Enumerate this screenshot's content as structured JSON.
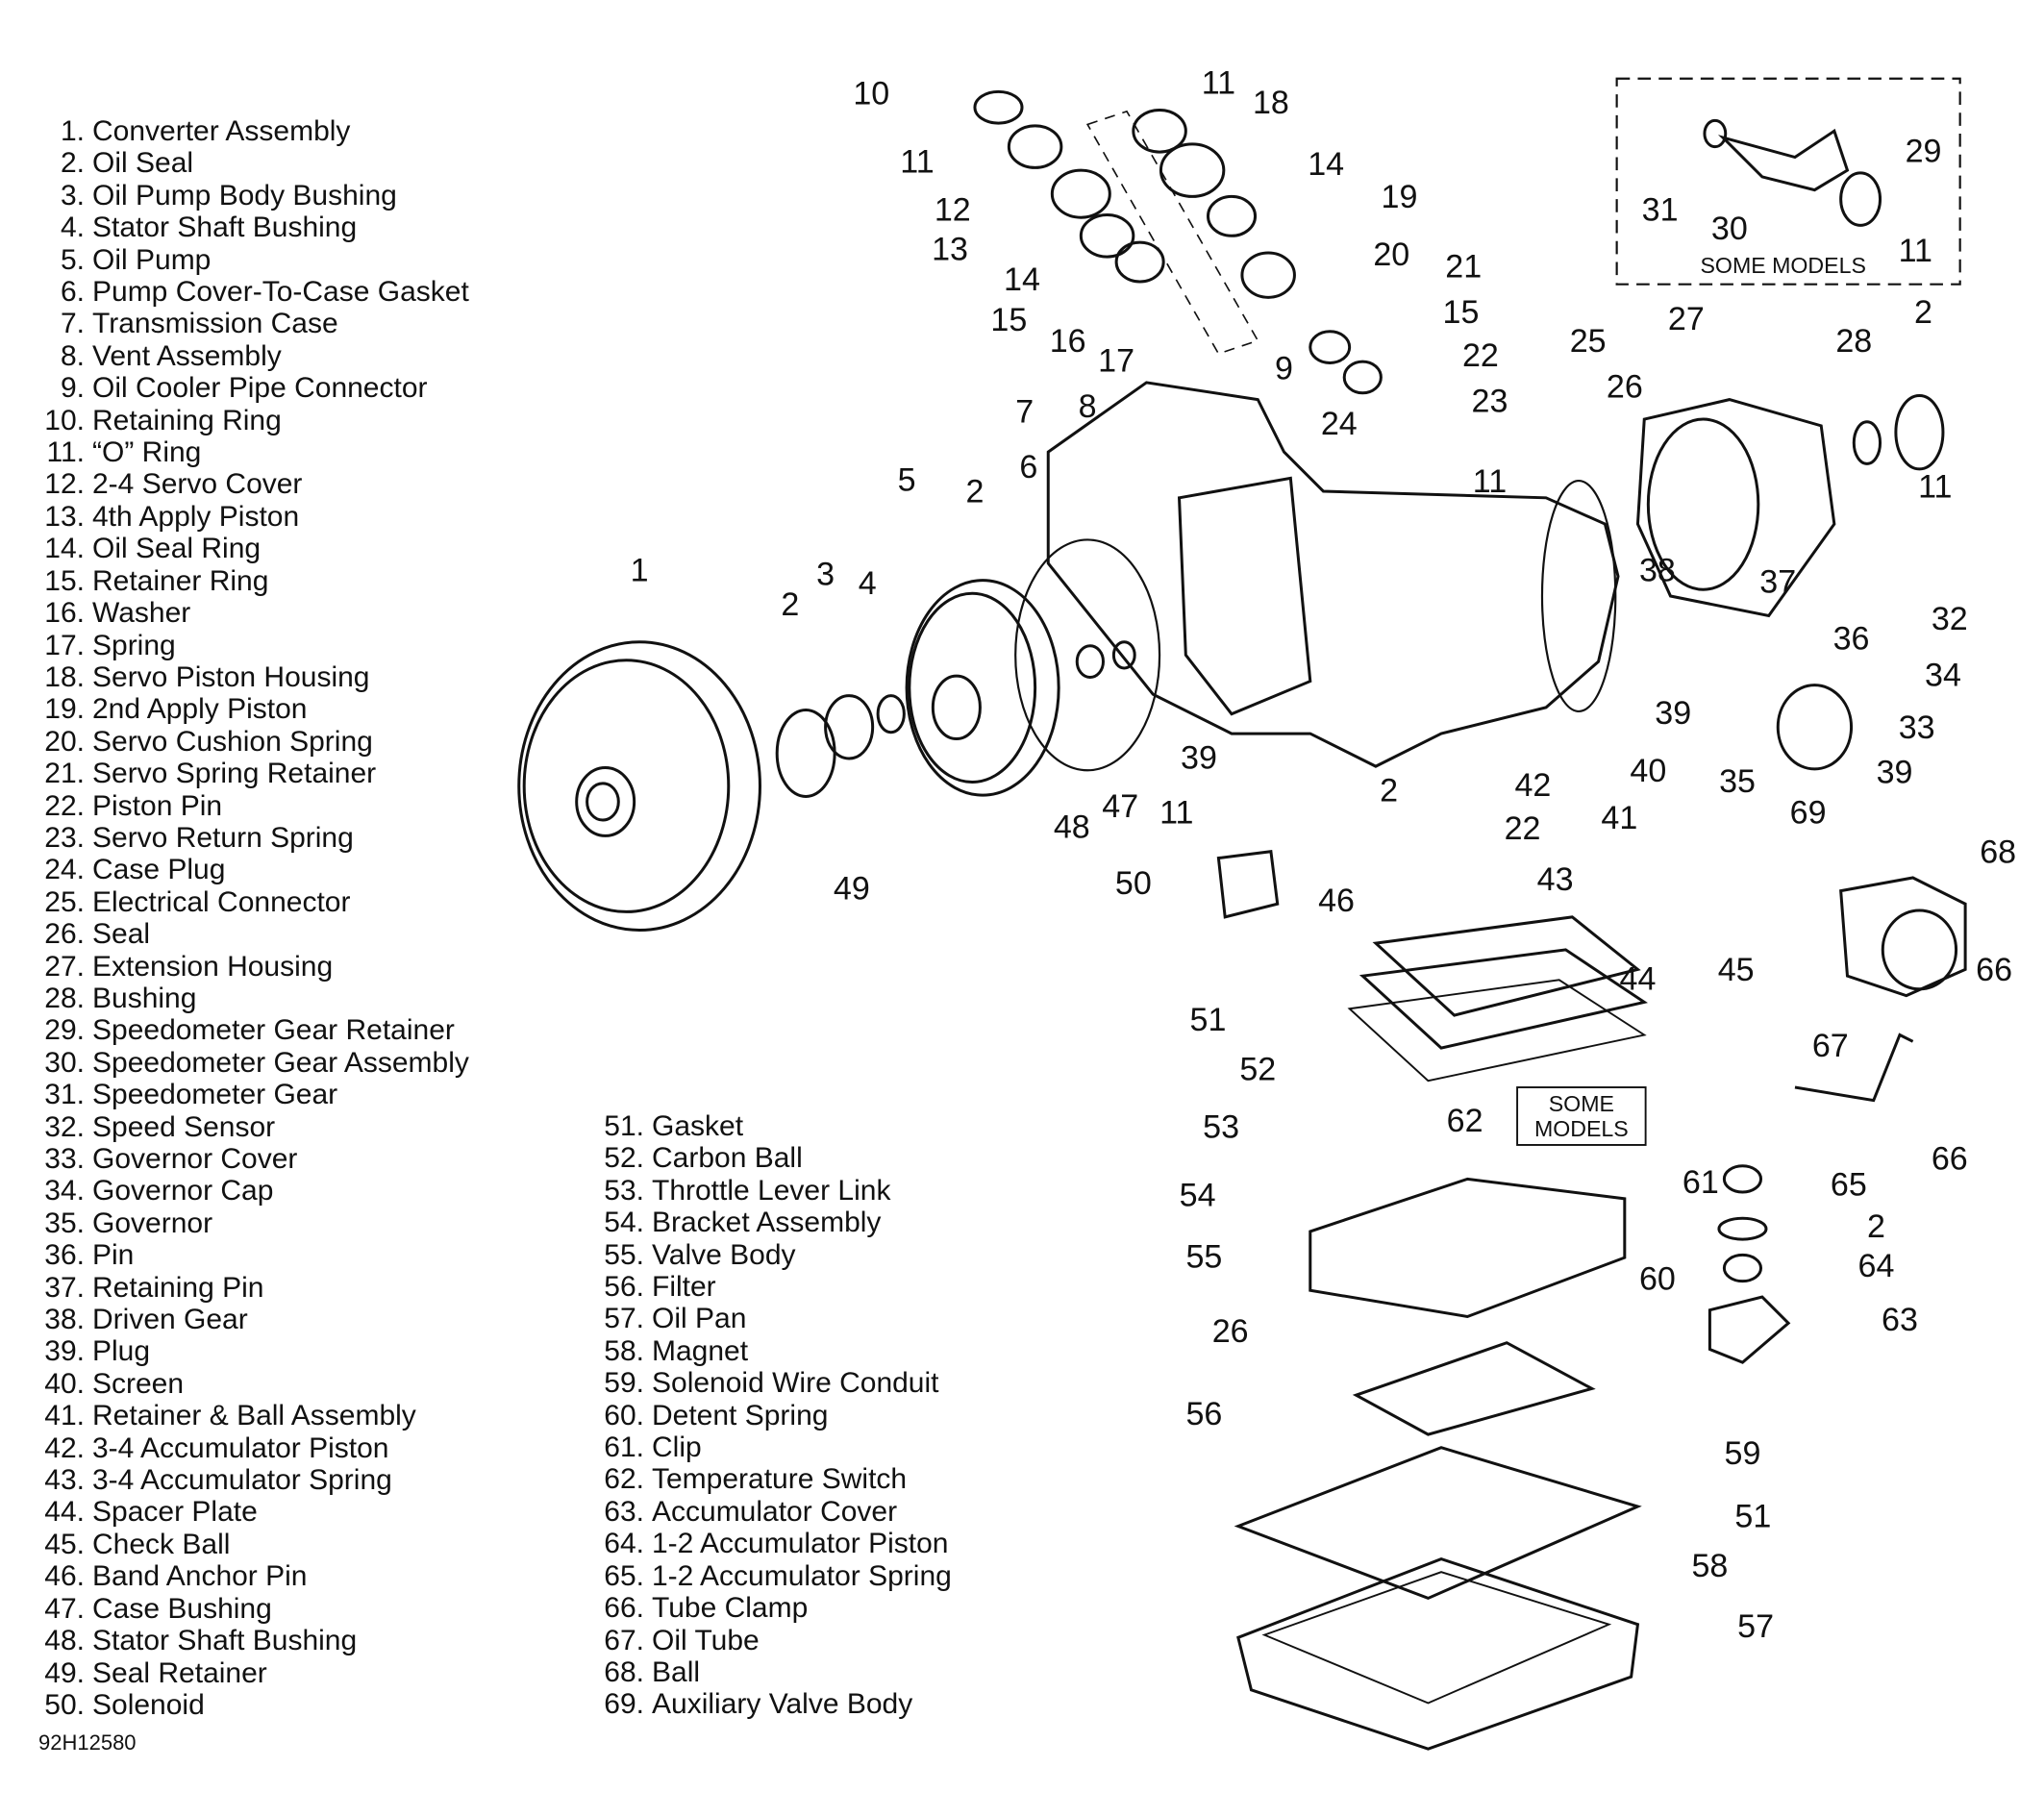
{
  "legend_left": [
    {
      "num": "1.",
      "name": "Converter Assembly"
    },
    {
      "num": "2.",
      "name": "Oil Seal"
    },
    {
      "num": "3.",
      "name": "Oil Pump Body Bushing"
    },
    {
      "num": "4.",
      "name": "Stator Shaft Bushing"
    },
    {
      "num": "5.",
      "name": "Oil Pump"
    },
    {
      "num": "6.",
      "name": "Pump Cover-To-Case Gasket"
    },
    {
      "num": "7.",
      "name": "Transmission Case"
    },
    {
      "num": "8.",
      "name": "Vent Assembly"
    },
    {
      "num": "9.",
      "name": "Oil Cooler Pipe Connector"
    },
    {
      "num": "10.",
      "name": "Retaining Ring"
    },
    {
      "num": "11.",
      "name": "“O” Ring"
    },
    {
      "num": "12.",
      "name": "2-4 Servo Cover"
    },
    {
      "num": "13.",
      "name": "4th Apply Piston"
    },
    {
      "num": "14.",
      "name": "Oil Seal Ring"
    },
    {
      "num": "15.",
      "name": "Retainer Ring"
    },
    {
      "num": "16.",
      "name": "Washer"
    },
    {
      "num": "17.",
      "name": "Spring"
    },
    {
      "num": "18.",
      "name": "Servo Piston Housing"
    },
    {
      "num": "19.",
      "name": "2nd Apply Piston"
    },
    {
      "num": "20.",
      "name": "Servo Cushion Spring"
    },
    {
      "num": "21.",
      "name": "Servo Spring Retainer"
    },
    {
      "num": "22.",
      "name": "Piston Pin"
    },
    {
      "num": "23.",
      "name": "Servo Return Spring"
    },
    {
      "num": "24.",
      "name": "Case Plug"
    },
    {
      "num": "25.",
      "name": "Electrical Connector"
    },
    {
      "num": "26.",
      "name": "Seal"
    },
    {
      "num": "27.",
      "name": "Extension Housing"
    },
    {
      "num": "28.",
      "name": "Bushing"
    },
    {
      "num": "29.",
      "name": "Speedometer Gear Retainer"
    },
    {
      "num": "30.",
      "name": "Speedometer Gear Assembly"
    },
    {
      "num": "31.",
      "name": "Speedometer Gear"
    },
    {
      "num": "32.",
      "name": "Speed Sensor"
    },
    {
      "num": "33.",
      "name": "Governor Cover"
    },
    {
      "num": "34.",
      "name": "Governor Cap"
    },
    {
      "num": "35.",
      "name": "Governor"
    },
    {
      "num": "36.",
      "name": "Pin"
    },
    {
      "num": "37.",
      "name": "Retaining Pin"
    },
    {
      "num": "38.",
      "name": "Driven Gear"
    },
    {
      "num": "39.",
      "name": "Plug"
    },
    {
      "num": "40.",
      "name": "Screen"
    },
    {
      "num": "41.",
      "name": "Retainer & Ball Assembly"
    },
    {
      "num": "42.",
      "name": "3-4 Accumulator Piston"
    },
    {
      "num": "43.",
      "name": "3-4 Accumulator Spring"
    },
    {
      "num": "44.",
      "name": "Spacer Plate"
    },
    {
      "num": "45.",
      "name": "Check Ball"
    },
    {
      "num": "46.",
      "name": "Band Anchor Pin"
    },
    {
      "num": "47.",
      "name": "Case Bushing"
    },
    {
      "num": "48.",
      "name": "Stator Shaft Bushing"
    },
    {
      "num": "49.",
      "name": "Seal Retainer"
    },
    {
      "num": "50.",
      "name": "Solenoid"
    }
  ],
  "legend_right": [
    {
      "num": "51.",
      "name": "Gasket"
    },
    {
      "num": "52.",
      "name": "Carbon Ball"
    },
    {
      "num": "53.",
      "name": "Throttle Lever Link"
    },
    {
      "num": "54.",
      "name": "Bracket Assembly"
    },
    {
      "num": "55.",
      "name": "Valve Body"
    },
    {
      "num": "56.",
      "name": "Filter"
    },
    {
      "num": "57.",
      "name": "Oil Pan"
    },
    {
      "num": "58.",
      "name": "Magnet"
    },
    {
      "num": "59.",
      "name": "Solenoid Wire Conduit"
    },
    {
      "num": "60.",
      "name": "Detent Spring"
    },
    {
      "num": "61.",
      "name": "Clip"
    },
    {
      "num": "62.",
      "name": "Temperature Switch"
    },
    {
      "num": "63.",
      "name": "Accumulator Cover"
    },
    {
      "num": "64.",
      "name": "1-2 Accumulator Piston"
    },
    {
      "num": "65.",
      "name": "1-2 Accumulator Spring"
    },
    {
      "num": "66.",
      "name": "Tube Clamp"
    },
    {
      "num": "67.",
      "name": "Oil Tube"
    },
    {
      "num": "68.",
      "name": "Ball"
    },
    {
      "num": "69.",
      "name": "Auxiliary Valve Body"
    }
  ],
  "figure_id": "92H12580",
  "inset_label": "SOME MODELS",
  "inset2_label_line1": "SOME",
  "inset2_label_line2": "MODELS",
  "callouts": [
    "10",
    "11",
    "18",
    "11",
    "12",
    "14",
    "13",
    "19",
    "14",
    "20",
    "21",
    "15",
    "16",
    "17",
    "15",
    "22",
    "9",
    "25",
    "27",
    "28",
    "2",
    "26",
    "24",
    "23",
    "11",
    "8",
    "7",
    "5",
    "2",
    "6",
    "11",
    "1",
    "3",
    "4",
    "2",
    "38",
    "37",
    "32",
    "36",
    "34",
    "39",
    "40",
    "33",
    "35",
    "39",
    "42",
    "41",
    "48",
    "47",
    "11",
    "2",
    "22",
    "49",
    "50",
    "46",
    "43",
    "39",
    "69",
    "68",
    "45",
    "44",
    "66",
    "51",
    "52",
    "67",
    "53",
    "62",
    "66",
    "54",
    "61",
    "65",
    "2",
    "55",
    "64",
    "60",
    "63",
    "26",
    "56",
    "59",
    "51",
    "58",
    "57",
    "29",
    "31",
    "30",
    "11"
  ]
}
